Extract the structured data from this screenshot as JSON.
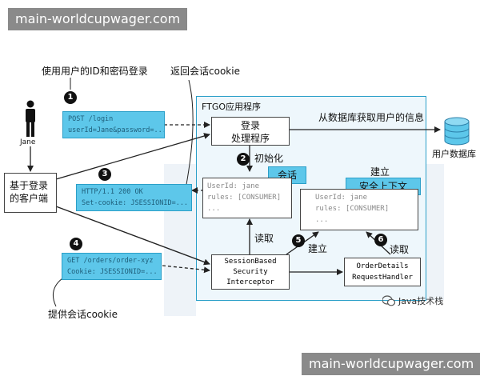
{
  "watermark_top": "main-worldcupwager.com",
  "watermark_bottom": "main-worldcupwager.com",
  "annotations": {
    "login_note": "使用用户的ID和密码登录",
    "return_cookie_note": "返回会话cookie",
    "provide_cookie_note": "提供会话cookie",
    "db_fetch_note": "从数据库获取用户的信息"
  },
  "steps": [
    "1",
    "2",
    "3",
    "4",
    "5",
    "6"
  ],
  "user": {
    "name": "Jane"
  },
  "client": {
    "label_line1": "基于登录",
    "label_line2": "的客户端"
  },
  "requests": {
    "login": {
      "line1": "POST /login",
      "line2": "userId=Jane&password=..."
    },
    "response": {
      "line1": "HTTP/1.1 200 OK",
      "line2": "Set-cookie: JSESSIONID=..."
    },
    "orders": {
      "line1": "GET /orders/order-xyz",
      "line2": "Cookie: JSESSIONID=..."
    }
  },
  "app": {
    "title": "FTGO应用程序",
    "login_handler": {
      "line1": "登录",
      "line2": "处理程序"
    },
    "init_label": "初始化",
    "session": {
      "tag": "会话",
      "line1": "UserId: jane",
      "line2": "rules: [CONSUMER]",
      "line3": "..."
    },
    "establish_top": "建立",
    "security_context": {
      "tag": "安全上下文",
      "line1": "UserId: jane",
      "line2": "rules: [CONSUMER]",
      "line3": "..."
    },
    "read_left": "读取",
    "establish_mid": "建立",
    "read_right": "读取",
    "interceptor": {
      "line1": "SessionBased",
      "line2": "Security",
      "line3": "Interceptor"
    },
    "order_handler": {
      "line1": "OrderDetails",
      "line2": "RequestHandler"
    }
  },
  "database": {
    "label": "用户数据库"
  },
  "source_badge": {
    "text": "Java技术栈"
  },
  "colors": {
    "accent": "#5dc7ea",
    "panel": "#eef7fc",
    "watermark": "#8a8a8a"
  }
}
